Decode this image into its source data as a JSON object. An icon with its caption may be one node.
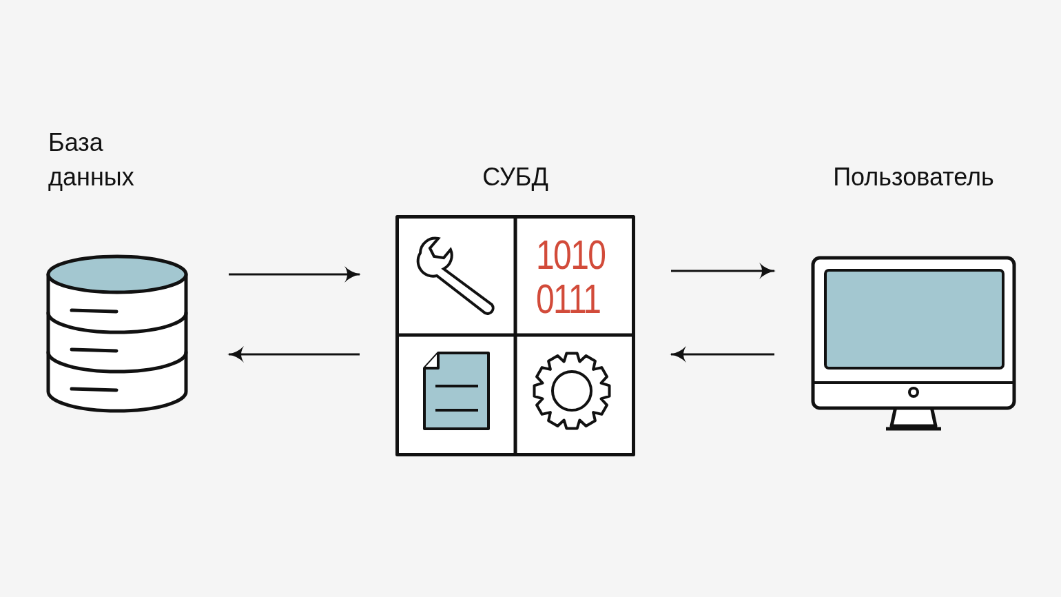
{
  "diagram": {
    "nodes": [
      {
        "text": [
          "База данных"
        ]
      },
      {
        "text": [
          "СУБД"
        ]
      },
      {
        "text": [
          "Пользователь"
        ]
      }
    ],
    "edges": [
      {
        "from": 0,
        "to": 1,
        "arrow": "to"
      },
      {
        "from": 1,
        "to": 0,
        "arrow": "to"
      },
      {
        "from": 1,
        "to": 2,
        "arrow": "to"
      },
      {
        "from": 2,
        "to": 1,
        "arrow": "to"
      }
    ],
    "labels": [
      "1010 0111"
    ]
  }
}
